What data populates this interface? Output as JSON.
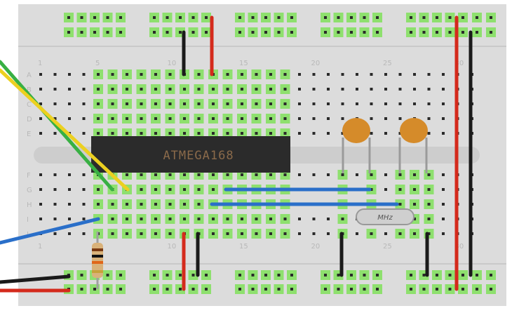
{
  "breadboard": {
    "row_letters_top": [
      "A",
      "B",
      "C",
      "D",
      "E"
    ],
    "row_letters_bottom": [
      "F",
      "G",
      "H",
      "I",
      "J"
    ],
    "column_numbers": [
      "1",
      "5",
      "10",
      "15",
      "20",
      "25",
      "30"
    ]
  },
  "components": {
    "chip_label": "ATMEGA168",
    "crystal_label": "MHz"
  },
  "colors": {
    "board": "#dcdcdc",
    "hole": "#2a2a2a",
    "connected_hole": "#8ee06e",
    "wire_red": "#d42a1c",
    "wire_black": "#1a1a1a",
    "wire_blue": "#2a6fc9",
    "wire_green": "#38b043",
    "wire_yellow": "#ecd020",
    "chip": "#2b2b2b",
    "capacitor": "#d58b2a"
  }
}
